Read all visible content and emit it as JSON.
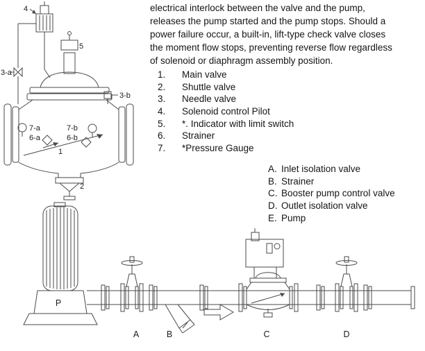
{
  "description": {
    "lines": [
      "electrical interlock between the valve and the pump,",
      "releases the pump started and the pump stops. Should a",
      "power failure occur, a built-in, lift-type check valve closes",
      "the moment flow stops, preventing reverse flow regardless",
      "of solenoid or diaphragm assembly position."
    ]
  },
  "parts_list": {
    "items": [
      {
        "num": "1.",
        "label": "Main valve"
      },
      {
        "num": "2.",
        "label": "Shuttle valve"
      },
      {
        "num": "3.",
        "label": "Needle valve"
      },
      {
        "num": "4.",
        "label": "Solenoid control Pilot"
      },
      {
        "num": "5.",
        "label": "*. Indicator with limit switch"
      },
      {
        "num": "6.",
        "label": "Strainer"
      },
      {
        "num": "7.",
        "label": "*Pressure Gauge"
      }
    ]
  },
  "installation_list": {
    "items": [
      {
        "num": "A.",
        "label": "Inlet isolation valve"
      },
      {
        "num": "B.",
        "label": "Strainer"
      },
      {
        "num": "C.",
        "label": "Booster pump control valve"
      },
      {
        "num": "D.",
        "label": "Outlet isolation valve"
      },
      {
        "num": "E.",
        "label": "Pump"
      }
    ]
  },
  "valve_diagram": {
    "callouts": {
      "c4": "4",
      "c5": "5",
      "c3a": "3-a",
      "c3b": "3-b",
      "c7a": "7-a",
      "c6a": "6-a",
      "c7b": "7-b",
      "c6b": "6-b",
      "c1": "1",
      "c2": "2"
    }
  },
  "schematic": {
    "pump_label": "P",
    "point_a": "A",
    "point_b": "B",
    "point_c": "C",
    "point_d": "D"
  },
  "colors": {
    "line": "#4a4a4a",
    "text": "#151515",
    "background": "#ffffff"
  }
}
